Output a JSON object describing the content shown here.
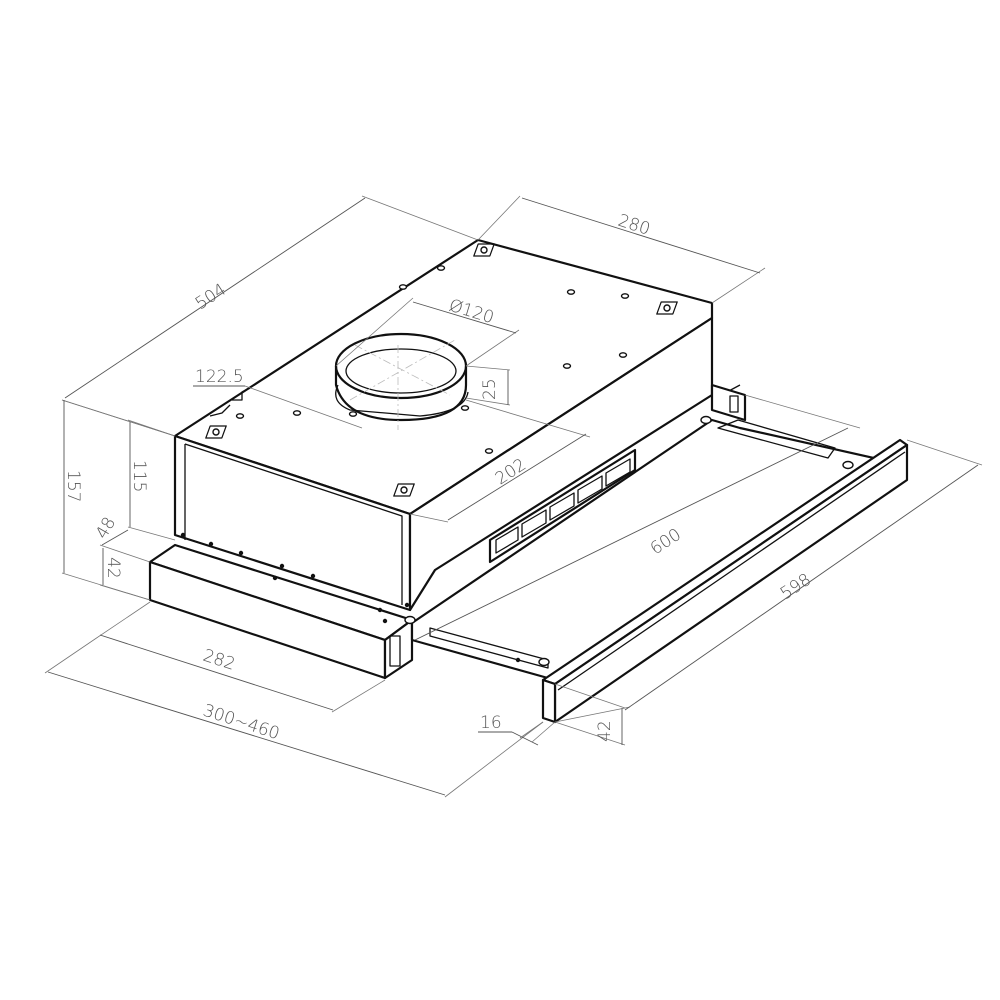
{
  "drawing": {
    "subject": "Telescopic (slide-out) cooker hood - isometric dimension drawing",
    "units": "mm",
    "line_color": "#111111",
    "dimension_color": "#555555",
    "background": "#ffffff"
  },
  "dimensions": {
    "depth_total": "504",
    "body_width": "280",
    "outlet_diameter": "Ø120",
    "outlet_offset": "122.5",
    "outlet_height": "25",
    "outlet_to_front": "202",
    "total_height": "157",
    "body_height": "115",
    "slide_step": "48",
    "slide_height": "42",
    "slide_depth": "282",
    "extension_range": "300~460",
    "overall_width": "600",
    "front_panel_width": "598",
    "front_panel_thickness": "16",
    "front_panel_height": "42"
  },
  "components": [
    {
      "id": "body",
      "label": "Motor housing"
    },
    {
      "id": "outlet",
      "label": "Round air outlet collar"
    },
    {
      "id": "vents",
      "label": "Side vent slots"
    },
    {
      "id": "slide",
      "label": "Telescopic slide drawer"
    },
    {
      "id": "front-panel",
      "label": "Front visor panel"
    }
  ]
}
